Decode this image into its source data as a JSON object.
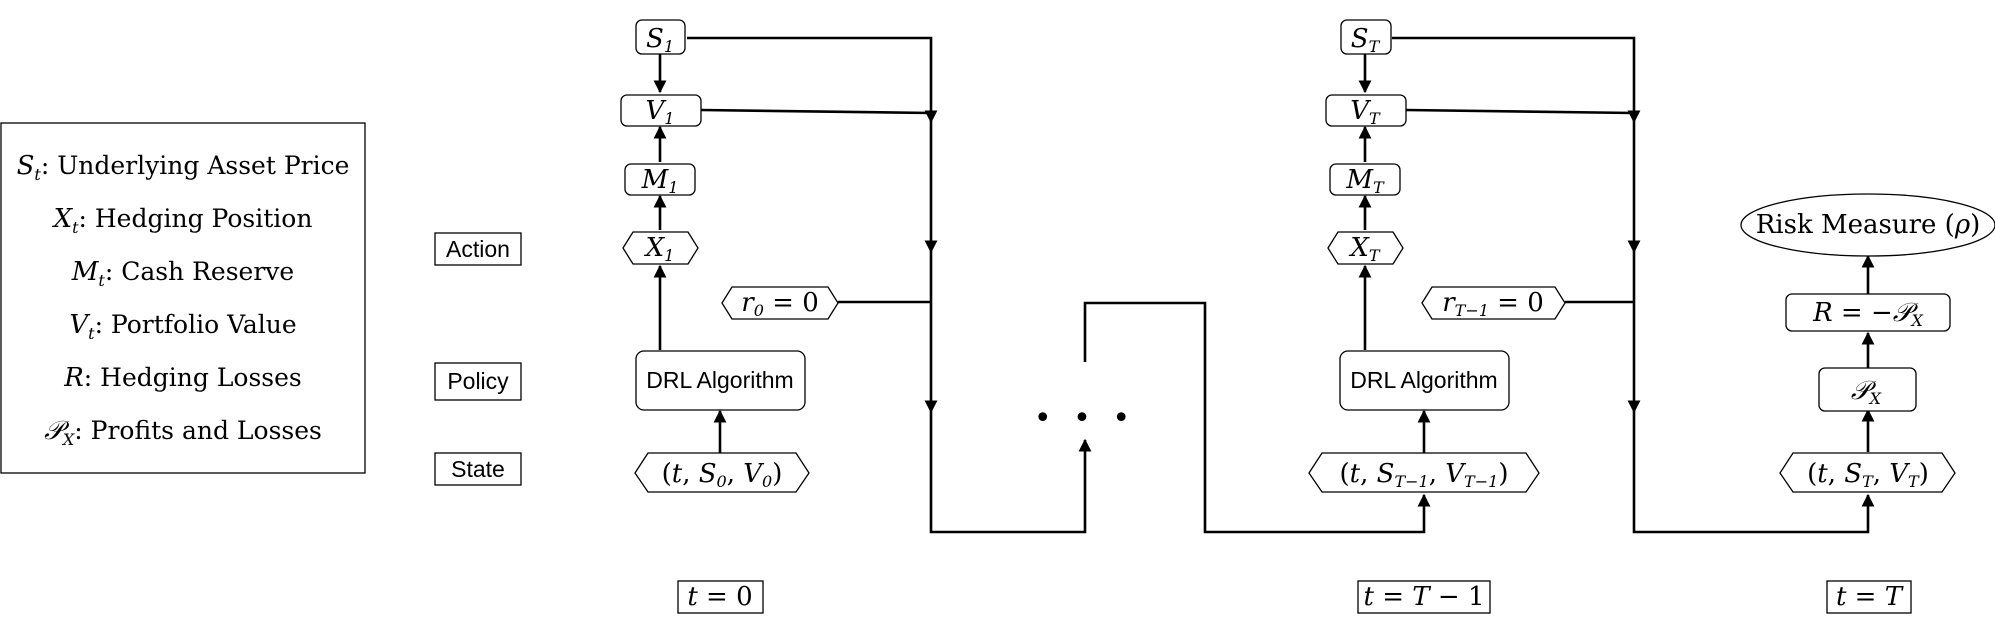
{
  "legend": {
    "items": [
      {
        "symbol": "S",
        "sub": "t",
        "text": ": Underlying Asset Price"
      },
      {
        "symbol": "X",
        "sub": "t",
        "text": ": Hedging Position"
      },
      {
        "symbol": "M",
        "sub": "t",
        "text": ": Cash Reserve"
      },
      {
        "symbol": "V",
        "sub": "t",
        "text": ": Portfolio Value"
      },
      {
        "symbol": "R",
        "sub": "",
        "text": ": Hedging Losses"
      },
      {
        "symbol": "𝒫",
        "sub": "X",
        "text": ": Profits and Losses"
      }
    ]
  },
  "row_labels": {
    "action": "Action",
    "policy": "Policy",
    "state": "State"
  },
  "step0": {
    "s": {
      "base": "S",
      "sub": "1"
    },
    "v": {
      "base": "V",
      "sub": "1"
    },
    "m": {
      "base": "M",
      "sub": "1"
    },
    "x": {
      "base": "X",
      "sub": "1"
    },
    "reward": {
      "base": "r",
      "sub": "0",
      "rest": " = 0"
    },
    "drl": "DRL Algorithm",
    "state": {
      "pre": "(",
      "t": "t",
      "s": "S",
      "s_sub": "0",
      "v": "V",
      "v_sub": "0",
      "post": ")"
    },
    "time": {
      "pre": "t",
      "rest": " = 0"
    }
  },
  "ellipsis": "• • •",
  "stepT1": {
    "s": {
      "base": "S",
      "sub": "T"
    },
    "v": {
      "base": "V",
      "sub": "T"
    },
    "m": {
      "base": "M",
      "sub": "T"
    },
    "x": {
      "base": "X",
      "sub": "T"
    },
    "reward": {
      "base": "r",
      "sub": "T−1",
      "rest": " = 0"
    },
    "drl": "DRL Algorithm",
    "state": {
      "pre": "(",
      "t": "t",
      "s": "S",
      "s_sub": "T−1",
      "v": "V",
      "v_sub": "T−1",
      "post": ")"
    },
    "time": {
      "pre": "t",
      "rest": " = ",
      "tail": "T",
      "minus": " − 1"
    }
  },
  "final": {
    "risk": {
      "text": "Risk Measure (",
      "rho": "ρ",
      "close": ")"
    },
    "r": {
      "lhs": "R",
      "eq": " = −",
      "p": "𝒫",
      "sub": "X"
    },
    "p": {
      "base": "𝒫",
      "sub": "X"
    },
    "state": {
      "pre": "(",
      "t": "t",
      "s": "S",
      "s_sub": "T",
      "v": "V",
      "v_sub": "T",
      "post": ")"
    },
    "time": {
      "pre": "t",
      "rest": " = ",
      "tail": "T"
    }
  }
}
